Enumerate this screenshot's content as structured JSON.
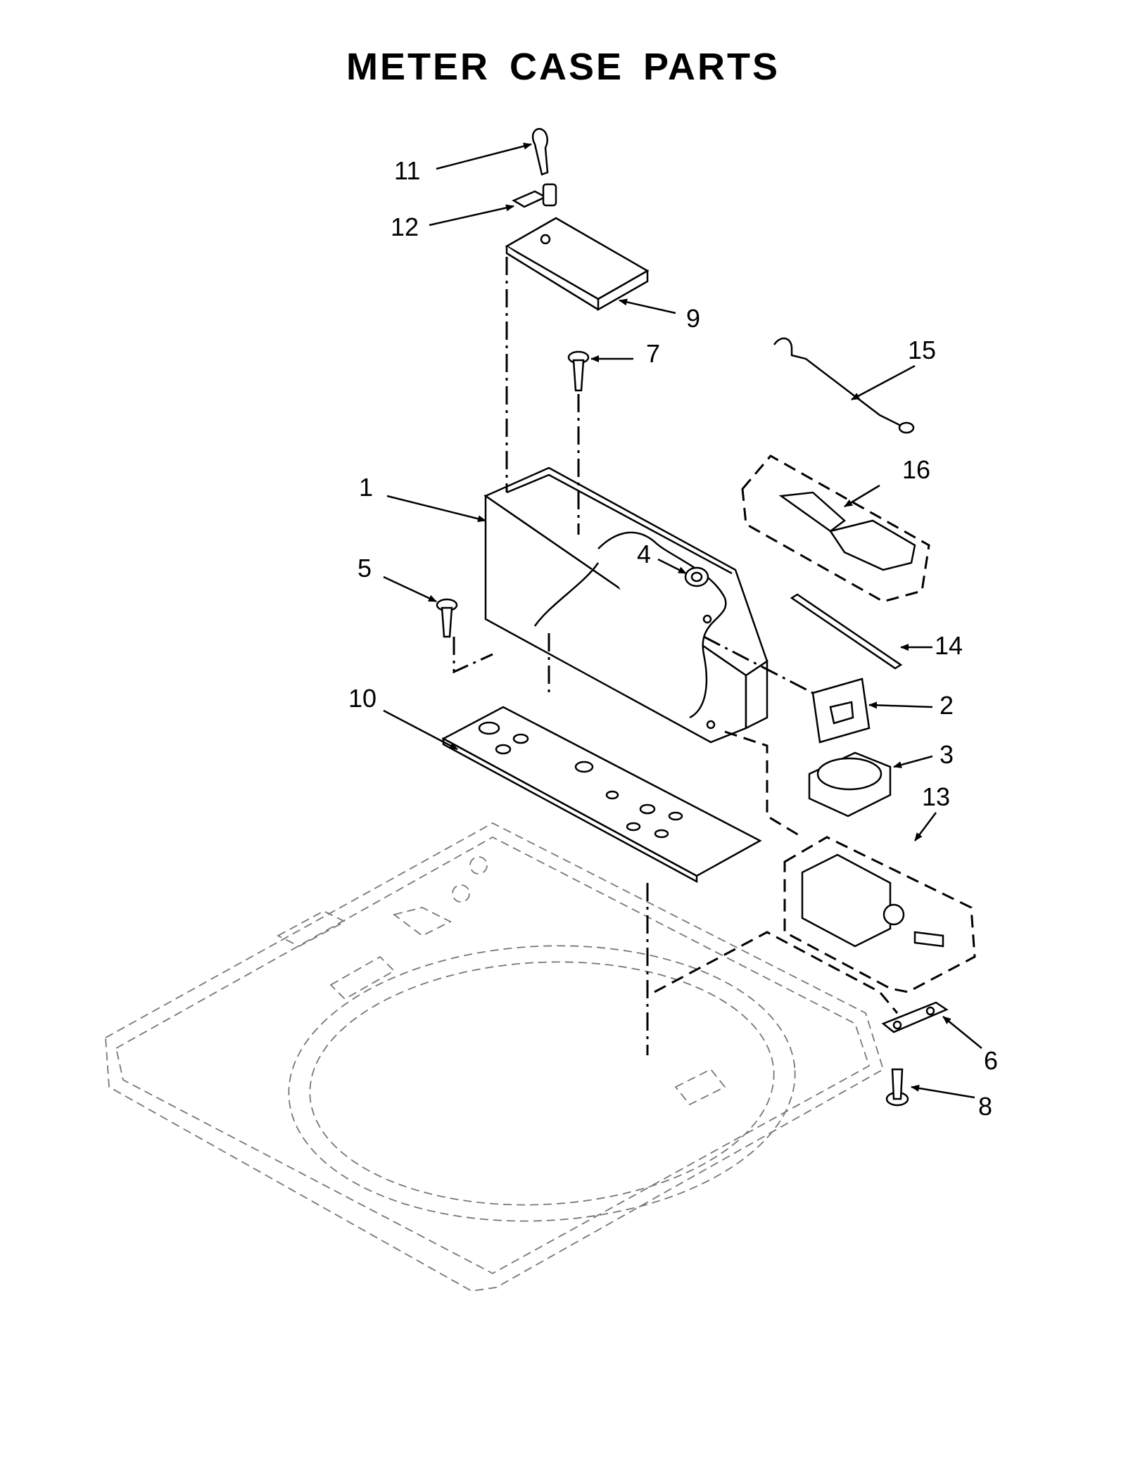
{
  "title": "METER CASE PARTS",
  "callouts": [
    "1",
    "2",
    "3",
    "4",
    "5",
    "6",
    "7",
    "8",
    "9",
    "10",
    "11",
    "12",
    "13",
    "14",
    "15",
    "16"
  ]
}
